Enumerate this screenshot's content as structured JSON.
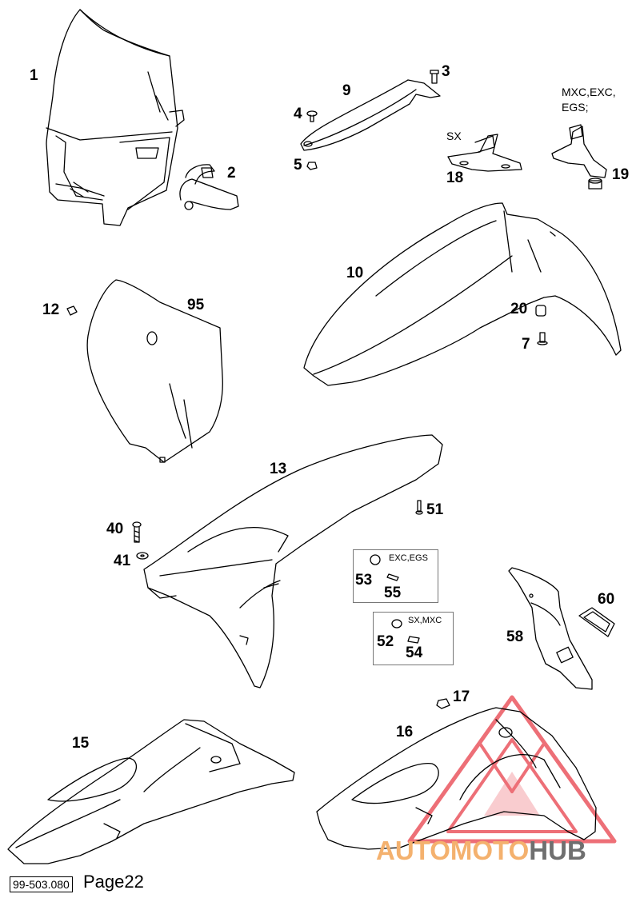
{
  "labels": {
    "p1": "1",
    "p2": "2",
    "p3": "3",
    "p4": "4",
    "p5": "5",
    "p7": "7",
    "p9": "9",
    "p10": "10",
    "p12": "12",
    "p13": "13",
    "p15": "15",
    "p16": "16",
    "p17": "17",
    "p18": "18",
    "p19": "19",
    "p20": "20",
    "p40": "40",
    "p41": "41",
    "p51": "51",
    "p52": "52",
    "p53": "53",
    "p54": "54",
    "p55": "55",
    "p58": "58",
    "p60": "60",
    "p95": "95"
  },
  "notes": {
    "sx": "SX",
    "mxc_line1": "MXC,EXC,",
    "mxc_line2": "EGS;",
    "exc_egs": "EXC,EGS",
    "sx_mxc": "SX,MXC"
  },
  "footer": {
    "code": "99-503.080",
    "page": "Page22"
  },
  "watermark": {
    "part1": "AUTOMOTO",
    "part2": "HUB",
    "color_primary": "#e8404a",
    "color_secondary": "#f4b16e",
    "color_text_dark": "#6f6f6f"
  }
}
